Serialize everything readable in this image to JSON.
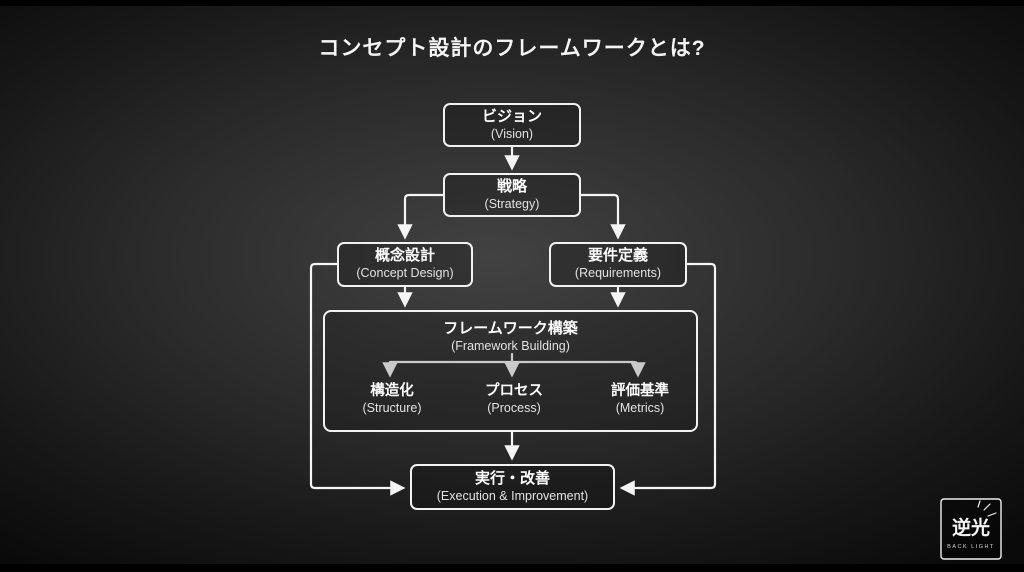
{
  "page": {
    "title": "コンセプト設計のフレームワークとは?"
  },
  "flowchart": {
    "nodes": {
      "vision": {
        "jp": "ビジョン",
        "en": "(Vision)"
      },
      "strategy": {
        "jp": "戦略",
        "en": "(Strategy)"
      },
      "concept": {
        "jp": "概念設計",
        "en": "(Concept Design)"
      },
      "requirements": {
        "jp": "要件定義",
        "en": "(Requirements)"
      },
      "framework": {
        "jp": "フレームワーク構築",
        "en": "(Framework Building)"
      },
      "structure": {
        "jp": "構造化",
        "en": "(Structure)"
      },
      "process": {
        "jp": "プロセス",
        "en": "(Process)"
      },
      "metrics": {
        "jp": "評価基準",
        "en": "(Metrics)"
      },
      "execution": {
        "jp": "実行・改善",
        "en": "(Execution & Improvement)"
      }
    }
  },
  "logo": {
    "kanji": "逆光",
    "caption": "BACK LIGHT"
  },
  "colors": {
    "background_center": "#424242",
    "background_edge": "#0a0a0a",
    "line": "#f5f5f5",
    "text": "#ffffff"
  }
}
